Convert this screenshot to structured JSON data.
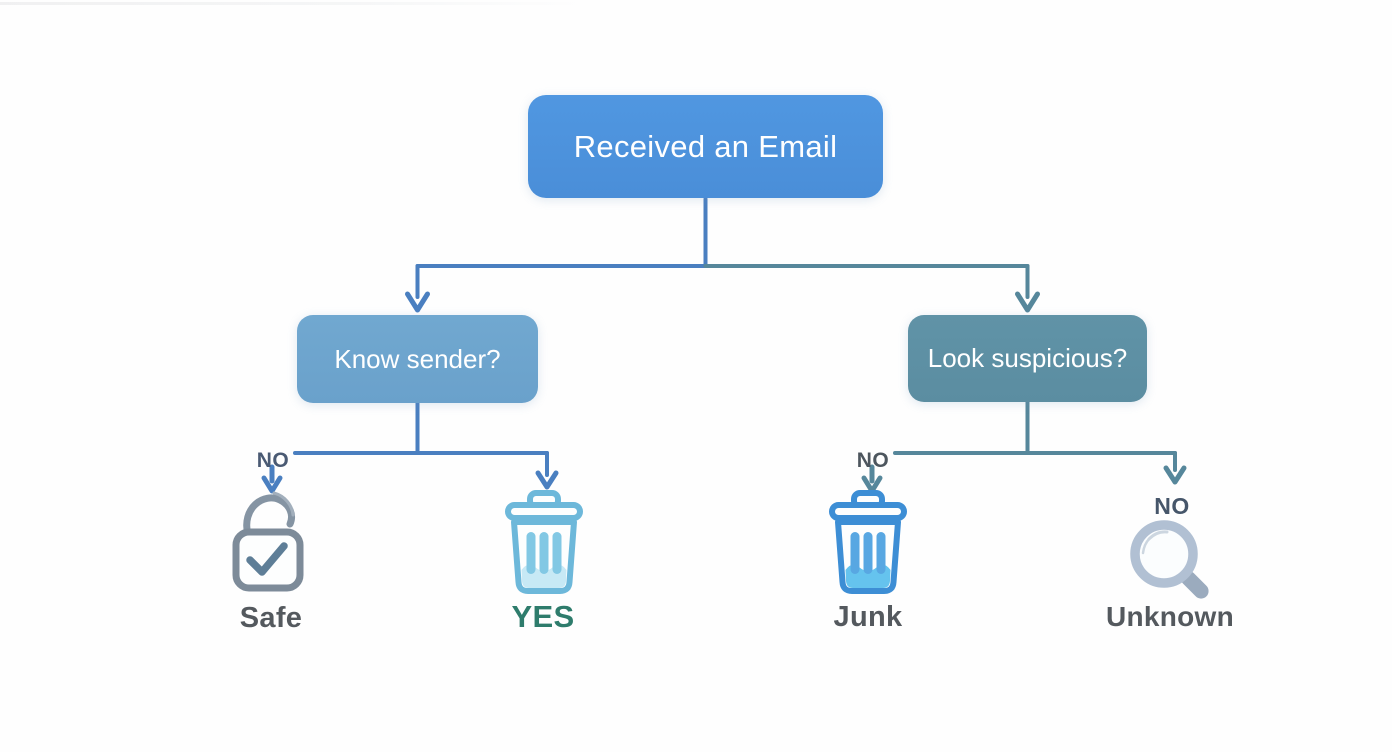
{
  "diagram": {
    "type": "flowchart",
    "nodes": {
      "root": {
        "label": "Received an Email",
        "fill": "#4d93dd",
        "text_color": "#ffffff"
      },
      "know_sender": {
        "label": "Know sender?",
        "fill": "#6ea6cf",
        "text_color": "#ffffff"
      },
      "look_suspicious": {
        "label": "Look suspicious?",
        "fill": "#5e90a4",
        "text_color": "#ffffff"
      }
    },
    "edges": {
      "know_sender_no": {
        "label": "NO"
      },
      "look_suspicious_no_left": {
        "label": "NO"
      },
      "look_suspicious_no_right": {
        "label": "NO"
      }
    },
    "outcomes": {
      "safe": {
        "label": "Safe",
        "icon": "lock-check-icon",
        "text_color": "#54595e"
      },
      "yes": {
        "label": "YES",
        "icon": "trash-icon",
        "text_color": "#2e7c6c"
      },
      "junk": {
        "label": "Junk",
        "icon": "trash-icon",
        "text_color": "#54595e"
      },
      "unknown": {
        "label": "Unknown",
        "icon": "magnifier-icon",
        "text_color": "#54595e"
      }
    },
    "colors": {
      "background": "#fefefe",
      "left_branch_line": "#4a7fc0",
      "right_branch_line": "#56879b",
      "lock_stroke": "#8090a0",
      "lock_check": "#5e7e97",
      "trash_light_stroke": "#6db8da",
      "trash_light_bars": "#82c8e4",
      "trash_light_liquid": "#c7e9f5",
      "trash_bright_stroke": "#3d8ed5",
      "trash_bright_bars": "#58a7e2",
      "trash_bright_liquid": "#65c3ee",
      "magnifier_stroke": "#b1c0d3",
      "magnifier_handle": "#9babbe"
    }
  }
}
